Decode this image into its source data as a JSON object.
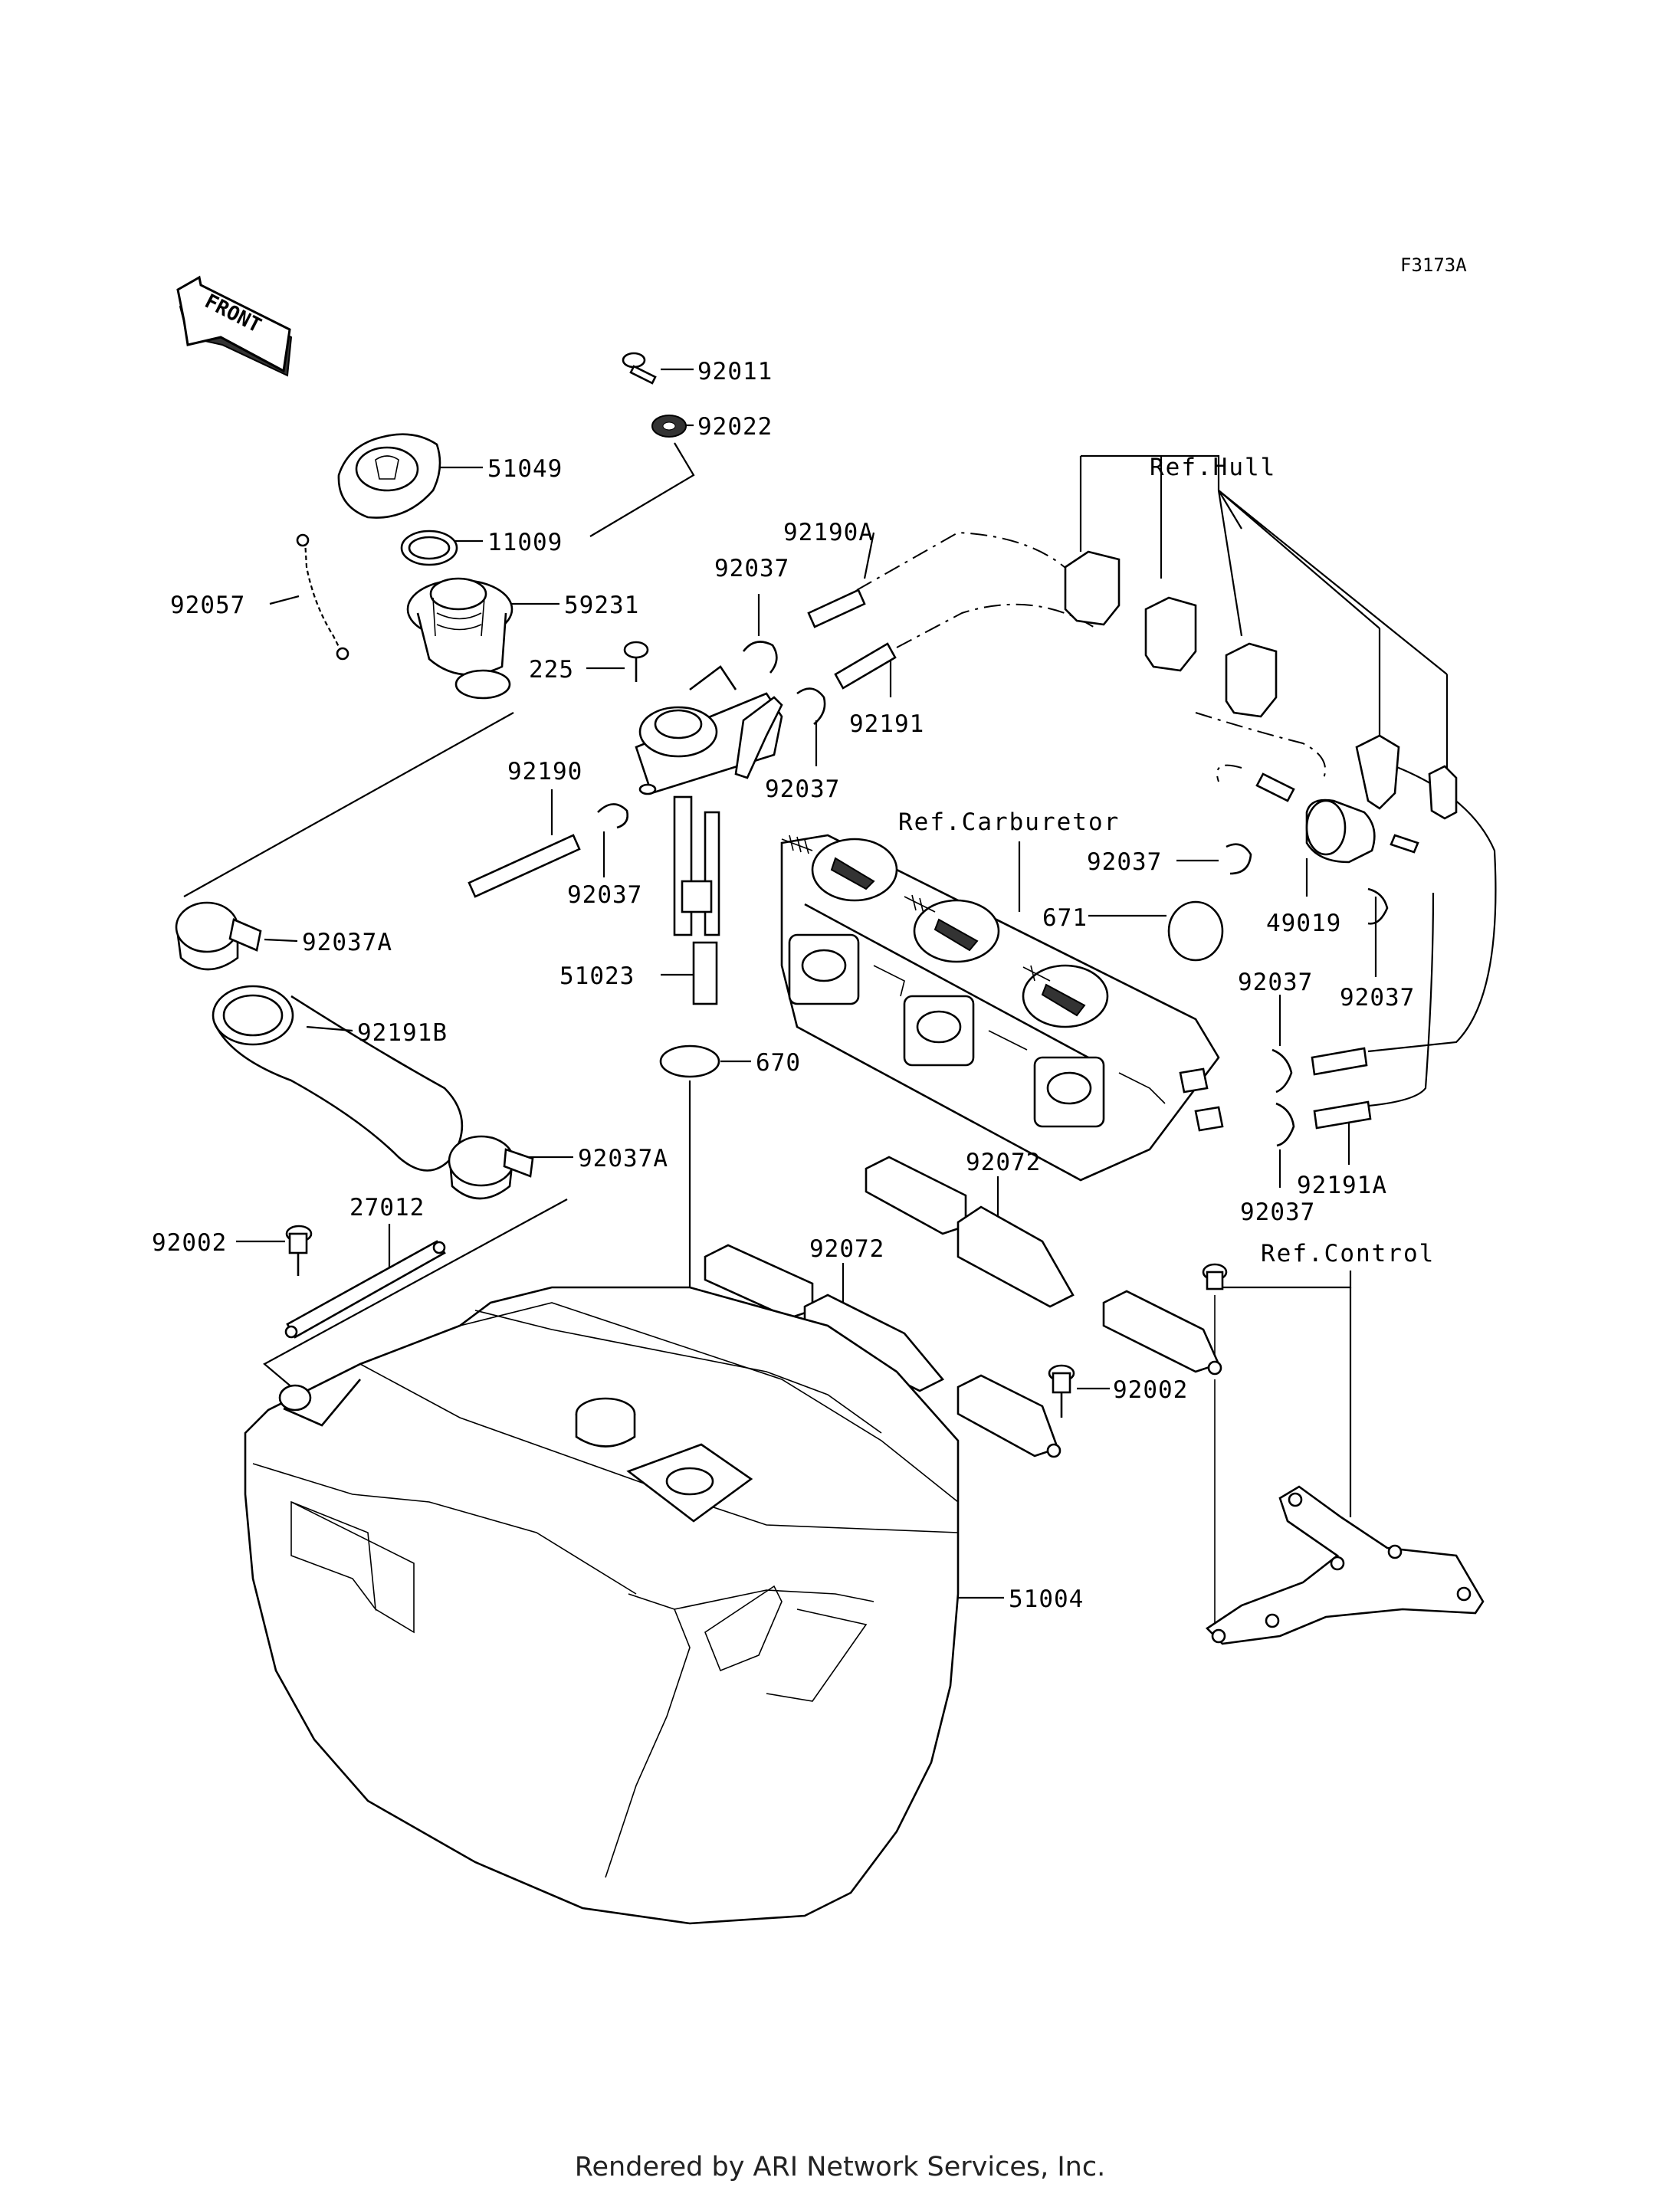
{
  "diagram": {
    "code": "F3173A",
    "front_label": "FRONT",
    "refs": {
      "hull": "Ref.Hull",
      "carburetor": "Ref.Carburetor",
      "control": "Ref.Control"
    },
    "parts": {
      "p92011": "92011",
      "p92022": "92022",
      "p51049": "51049",
      "p11009": "11009",
      "p92057": "92057",
      "p59231": "59231",
      "p225": "225",
      "p92190A": "92190A",
      "p92037_a": "92037",
      "p92037_b": "92037",
      "p92037_c": "92037",
      "p92037_d": "92037",
      "p92037_e": "92037",
      "p92037_f": "92037",
      "p92037_g": "92037",
      "p92191": "92191",
      "p92190": "92190",
      "p92037A_a": "92037A",
      "p92037A_b": "92037A",
      "p51023": "51023",
      "p670": "670",
      "p671": "671",
      "p49019": "49019",
      "p92191B": "92191B",
      "p92191A": "92191A",
      "p92072_a": "92072",
      "p92072_b": "92072",
      "p92002_a": "92002",
      "p92002_b": "92002",
      "p27012": "27012",
      "p51004": "51004"
    }
  },
  "footer": "Rendered by ARI Network Services, Inc."
}
